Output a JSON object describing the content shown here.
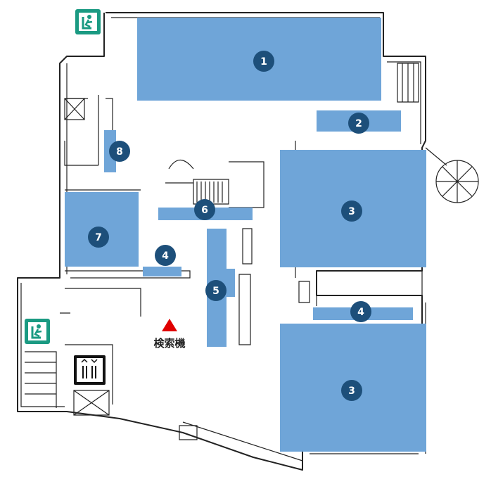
{
  "colors": {
    "zone": "#6fa5d8",
    "marker": "#1d4f7a",
    "here": "#e00000",
    "exit": "#1a9a82",
    "wall": "#222222"
  },
  "zones": [
    {
      "id": "zone-1",
      "label": "1"
    },
    {
      "id": "zone-2",
      "label": "2"
    },
    {
      "id": "zone-3a",
      "label": "3"
    },
    {
      "id": "zone-3b",
      "label": "3"
    },
    {
      "id": "zone-4a",
      "label": "4"
    },
    {
      "id": "zone-4b",
      "label": "4"
    },
    {
      "id": "zone-5",
      "label": "5"
    },
    {
      "id": "zone-6",
      "label": "6"
    },
    {
      "id": "zone-7",
      "label": "7"
    },
    {
      "id": "zone-8",
      "label": "8"
    }
  ],
  "current_location": {
    "label": "検索機",
    "icon": "red-triangle-icon"
  },
  "icons": [
    "emergency-exit-icon",
    "elevator-icon"
  ]
}
